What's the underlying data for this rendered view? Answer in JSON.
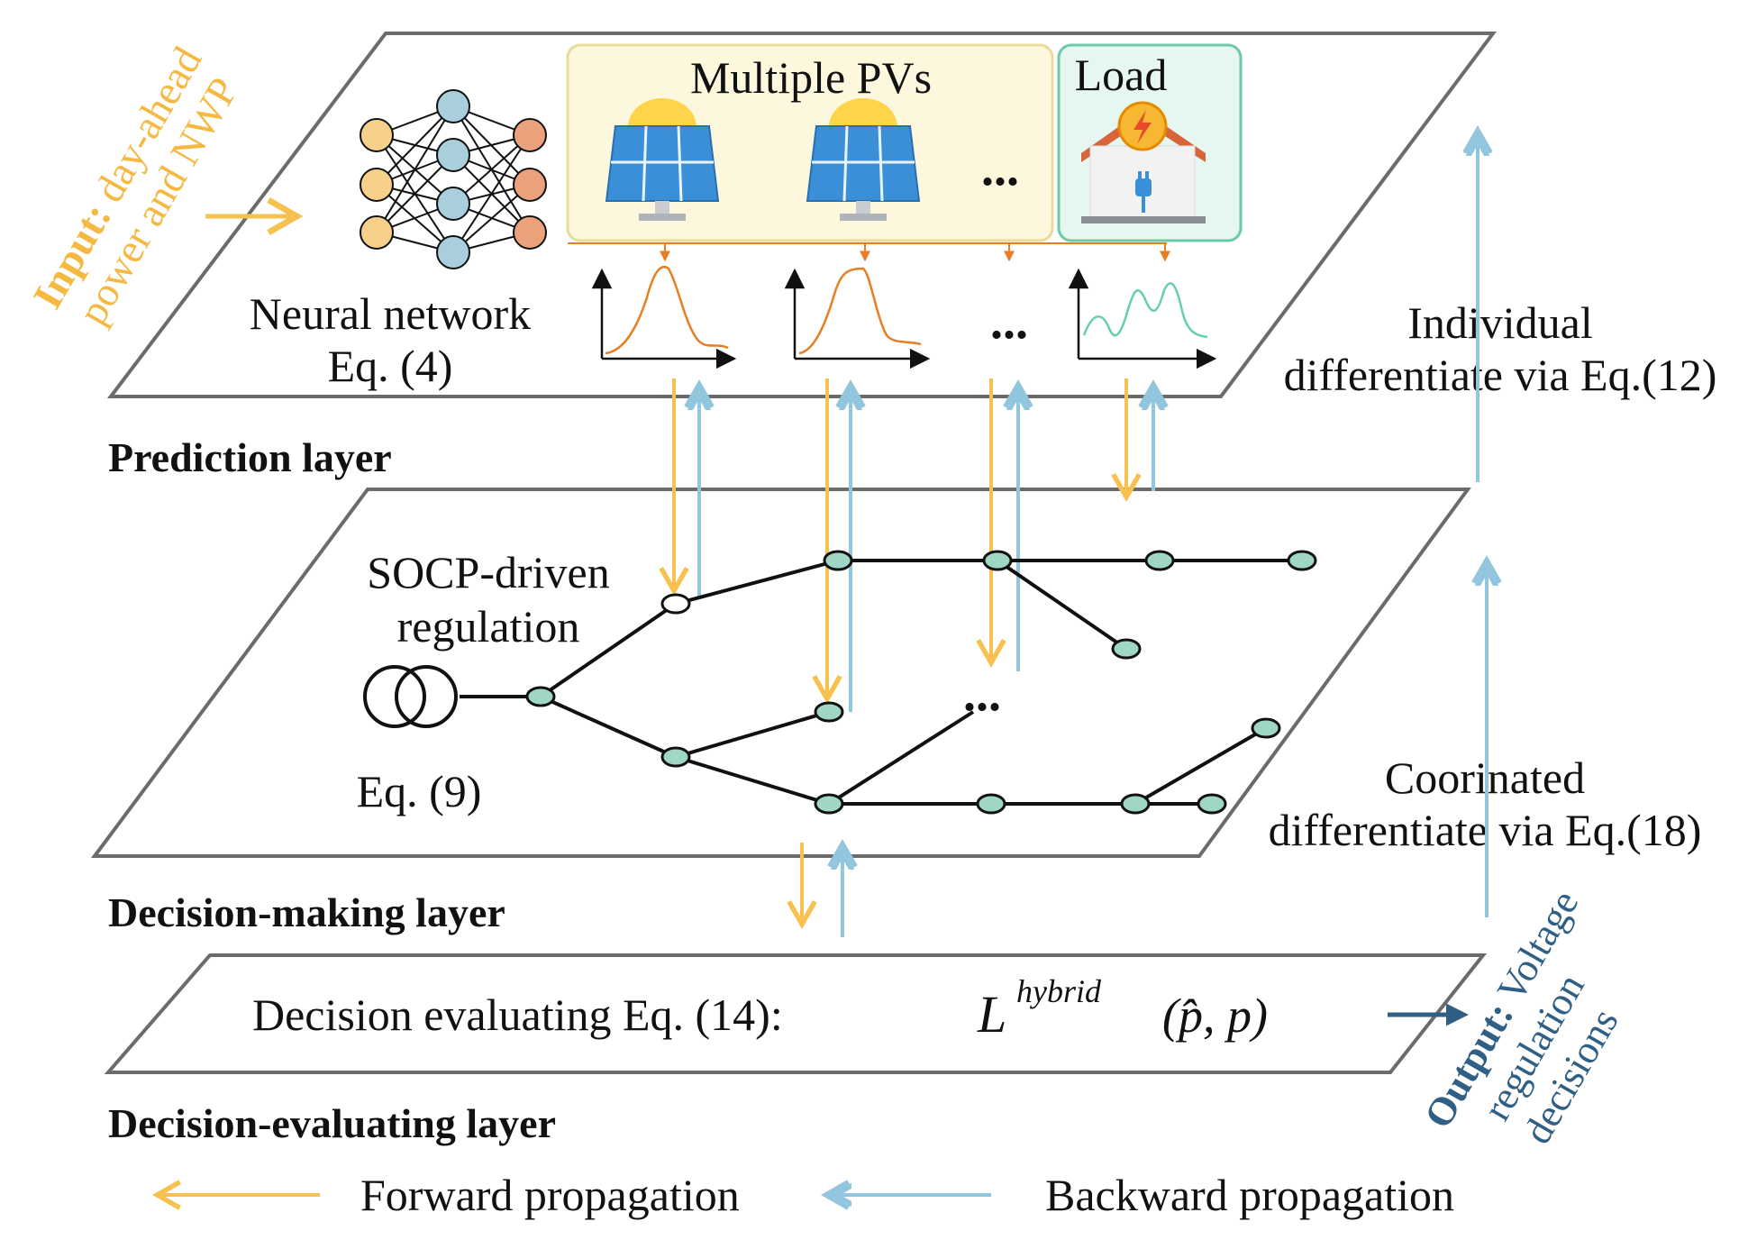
{
  "prediction_layer": {
    "title": "Prediction layer",
    "neural_network_label": "Neural network",
    "neural_network_eq": "Eq. (4)",
    "pv_group_label": "Multiple PVs",
    "load_label": "Load",
    "ellipsis": "..."
  },
  "decision_layer": {
    "title": "Decision-making layer",
    "socp_label_line1": "SOCP-driven",
    "socp_label_line2": "regulation",
    "eq_label": "Eq. (9)",
    "ellipsis": "..."
  },
  "evaluating_layer": {
    "title": "Decision-evaluating layer",
    "text": "Decision evaluating Eq. (14):",
    "loss_symbol": "L",
    "loss_superscript": "hybrid",
    "loss_args": "(p̂, p)"
  },
  "input_label": {
    "prefix": "Input:",
    "line1_rest": "day-ahead",
    "line2": "power and NWP"
  },
  "output_label": {
    "prefix": "Output:",
    "line1_rest": "Voltage",
    "line2": "regulation",
    "line3": "decisions"
  },
  "individual_diff": {
    "line1": "Individual",
    "line2": "differentiate via Eq.(12)"
  },
  "coordinated_diff": {
    "line1": "Coorinated",
    "line2": "differentiate via Eq.(18)"
  },
  "legend": {
    "forward": "Forward propagation",
    "backward": "Backward propagation"
  },
  "colors": {
    "forward": "#f7c14f",
    "backward": "#92c5de",
    "input_text": "#f5b942",
    "output_text": "#2f5f85",
    "node_fill": "#9fd6c5",
    "nn_left": "#f7d089",
    "nn_hidden": "#a9cfdc",
    "nn_right": "#eba27c",
    "pv_box": "#fdf8dd",
    "load_box": "#e6f6f1",
    "curve": "#e67e22",
    "load_curve": "#66cfaa"
  }
}
